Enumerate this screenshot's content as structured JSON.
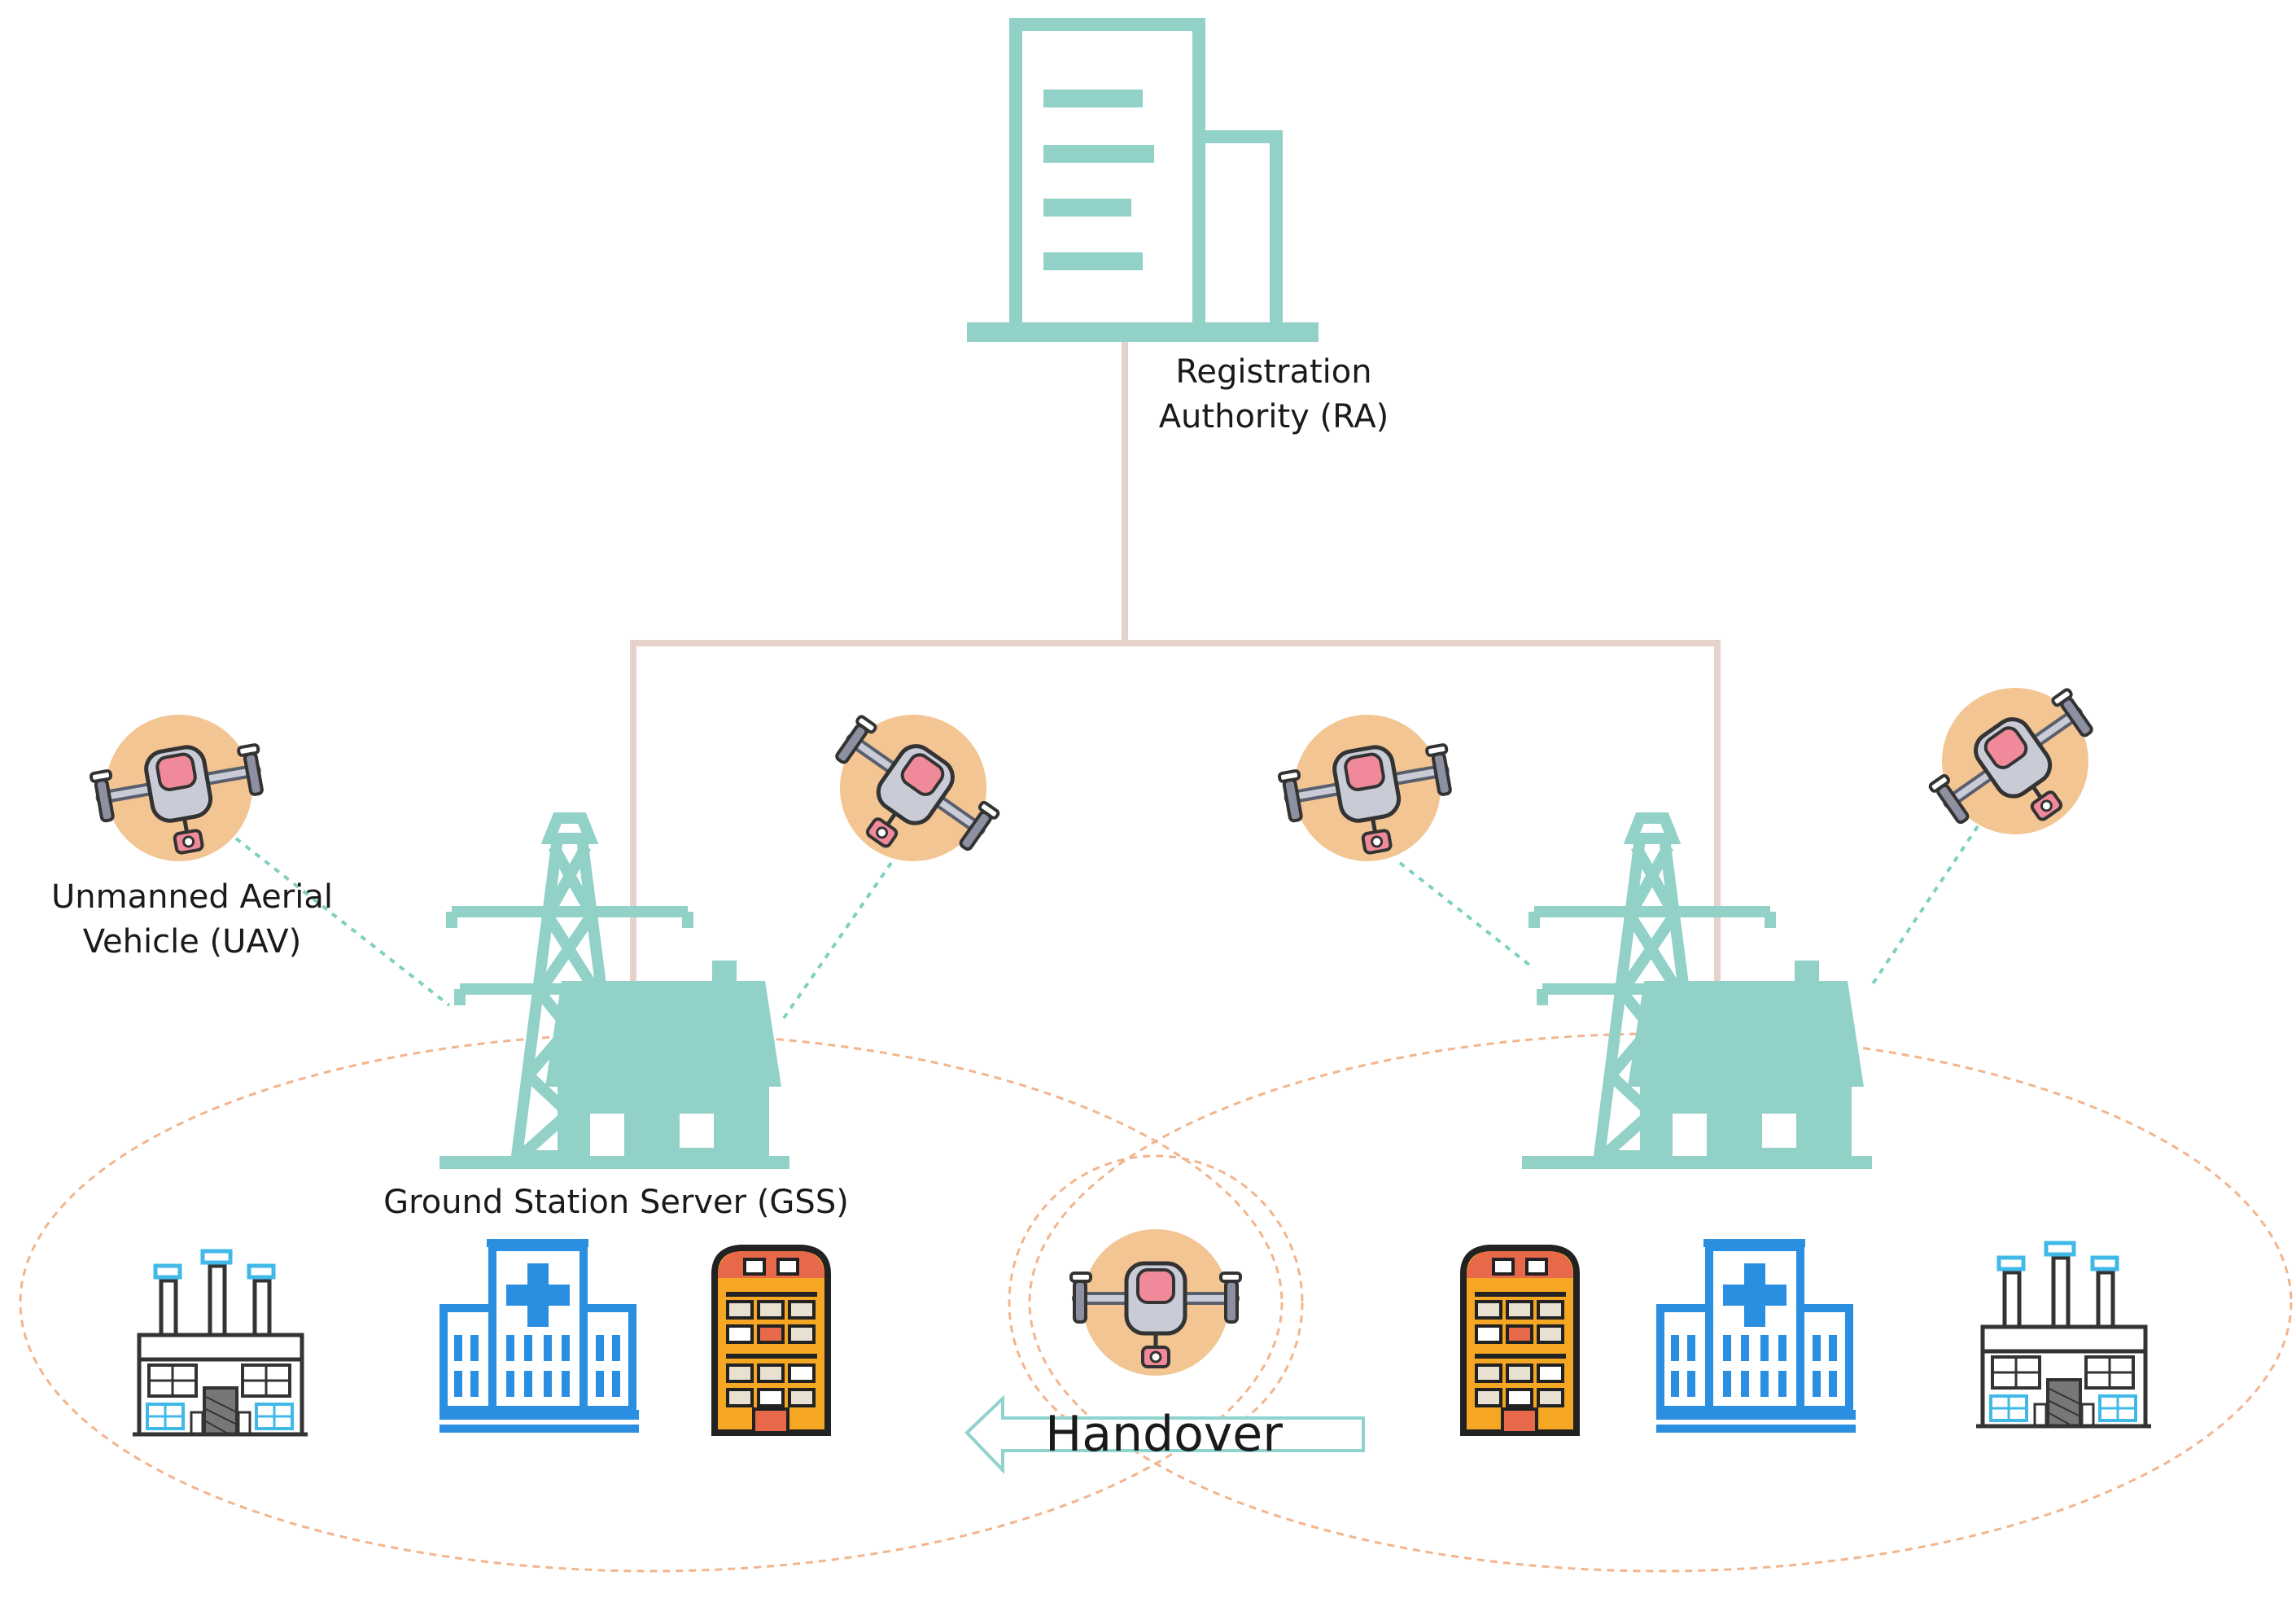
{
  "labels": {
    "ra_line1": "Registration",
    "ra_line2": "Authority (RA)",
    "uav_line1": "Unmanned Aerial",
    "uav_line2": "Vehicle (UAV)",
    "gss": "Ground Station Server (GSS)",
    "handover": "Handover"
  },
  "colors": {
    "teal": "#92d1c8",
    "tree_line": "#e5d3cb",
    "link_dotted": "#7fcfc2",
    "coverage_dashed": "#f2b58d",
    "drone_circle": "#f2c592",
    "drone_pink": "#f08a9a",
    "drone_grey": "#8c90a0",
    "hospital_blue": "#2a8fe0",
    "apartment_orange": "#f5a623",
    "apartment_roof": "#e8694a",
    "factory_outline": "#333333",
    "factory_window": "#40b8e8",
    "arrow_outline": "#8fd3ce"
  },
  "icons": {
    "ra": "office-building-icon",
    "gss": "ground-station-icon",
    "uav": "drone-icon",
    "hospital": "hospital-icon",
    "apartment": "apartment-icon",
    "factory": "factory-icon",
    "arrow": "left-arrow-icon"
  }
}
